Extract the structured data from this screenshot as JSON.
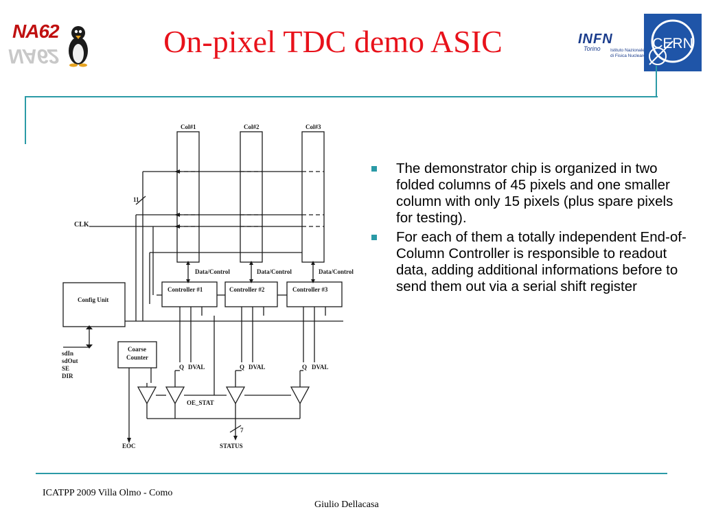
{
  "slide": {
    "title": "On-pixel TDC demo ASIC",
    "bullets": [
      "The demonstrator chip is organized in two folded columns of 45 pixels and one smaller column with only 15 pixels (plus spare pixels for testing).",
      "For each of them a totally independent End-of-Column Controller is responsible to readout data, adding additional informations before to send them out via a serial shift register"
    ],
    "footer_left": "ICATPP 2009 Villa Olmo - Como",
    "footer_center": "Giulio Dellacasa"
  },
  "logos": {
    "na62": "NA62",
    "infn_name": "INFN",
    "infn_city": "Torino",
    "infn_full": [
      "Istituto Nazionale",
      "di Fisica Nucleare"
    ],
    "cern": "CERN"
  },
  "diagram": {
    "columns": [
      "Col#1",
      "Col#2",
      "Col#3"
    ],
    "controllers": [
      "Controller #1",
      "Controller #2",
      "Controller #3"
    ],
    "link_label": "Data/Control",
    "config_unit": "Config Unit",
    "coarse_counter": [
      "Coarse",
      "Counter"
    ],
    "clk": "CLK",
    "bus_width_clk": "11",
    "bus_width_status": "7",
    "outputs_q": "Q",
    "outputs_dval": "DVAL",
    "oe_stat": "OE_STAT",
    "eoc": "EOC",
    "status": "STATUS",
    "config_pins": [
      "sdIn",
      "sdOut",
      "SE",
      "DIR"
    ]
  },
  "colors": {
    "title": "#e8121b",
    "accent": "#2a9aa6",
    "infn_blue": "#1a3c8c",
    "cern_blue": "#1f55a8"
  }
}
